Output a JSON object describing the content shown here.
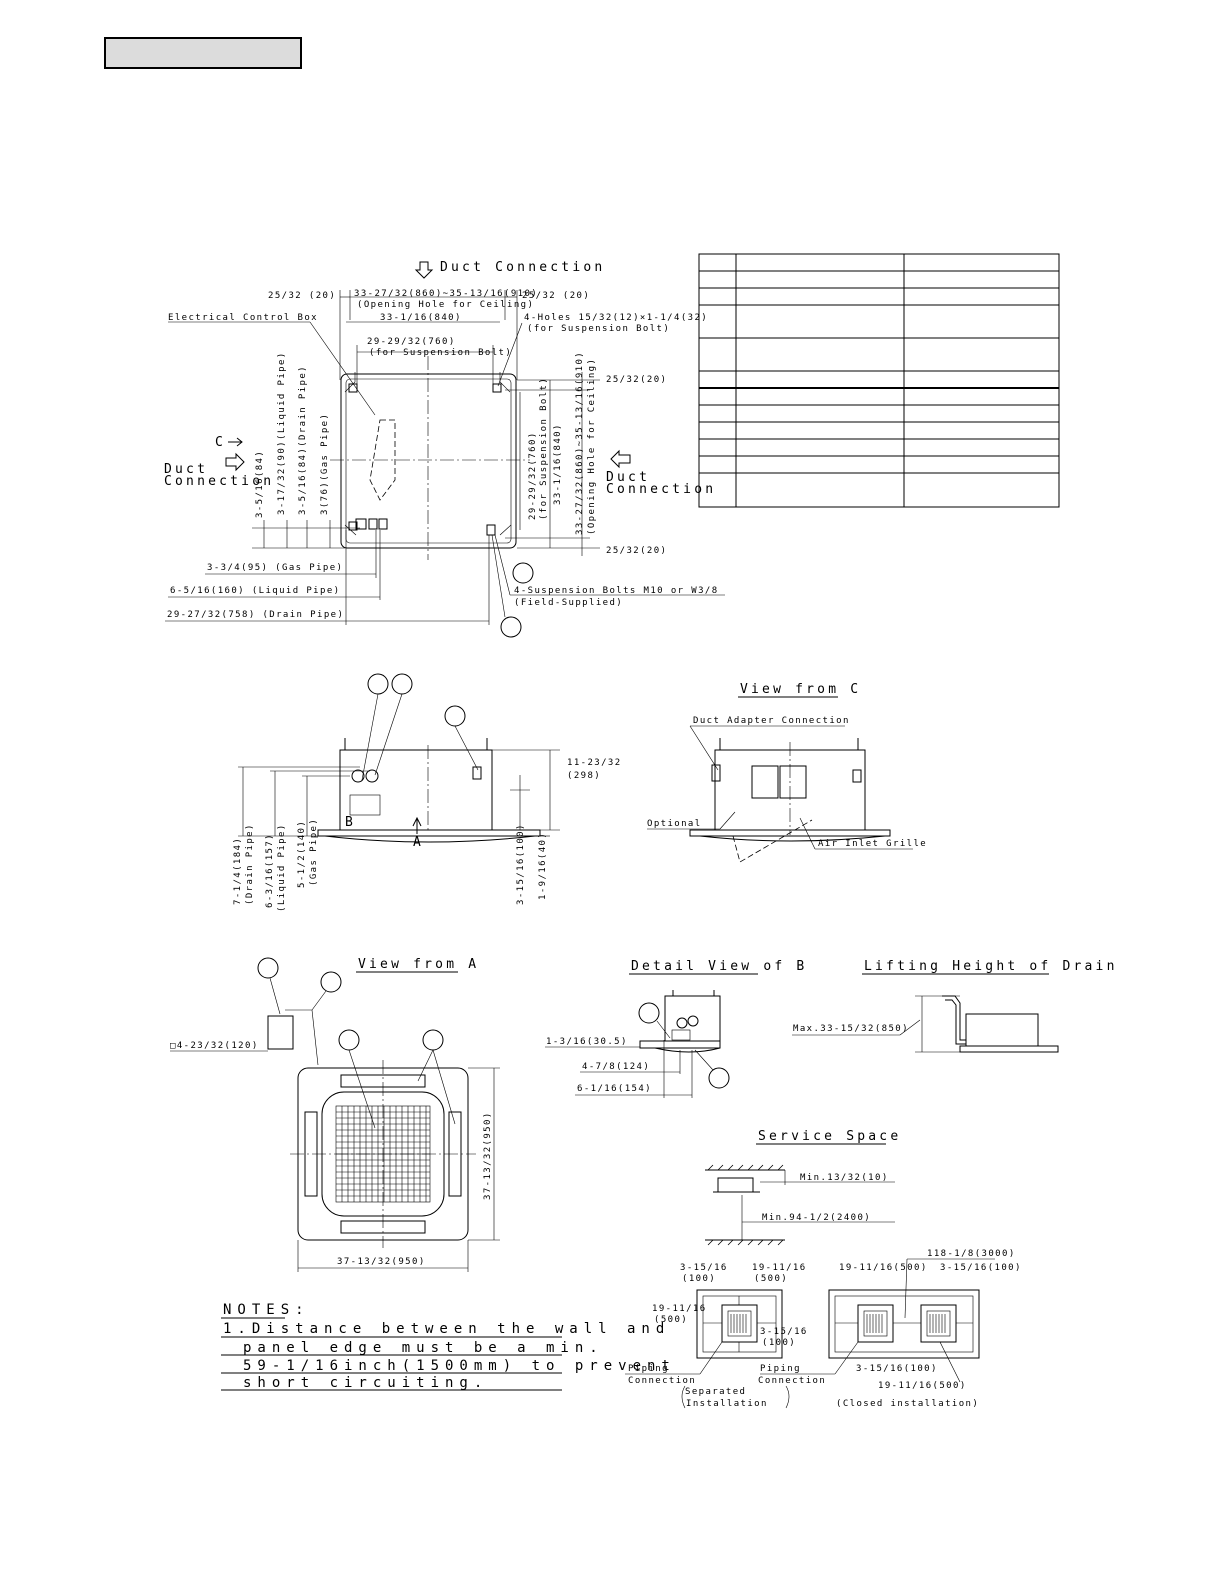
{
  "top_plan": {
    "duct_connection_top": "Duct Connection",
    "dim_25_32_left": "25/32 (20)",
    "dim_ceiling_opening": "33-27/32(860)~35-13/16(910)",
    "opening_hole_for_ceiling": "(Opening Hole for Ceiling)",
    "dim_25_32_right": "25/32 (20)",
    "electrical_control_box": "Electrical Control Box",
    "dim_33_1_16": "33-1/16(840)",
    "four_holes": "4-Holes 15/32(12)×1-1/4(32)",
    "for_suspension_bolt_top": "(for Suspension Bolt)",
    "dim_29_29_32": "29-29/32(760)",
    "for_suspension_bolt_inner": "(for Suspension Bolt)",
    "dim_25_32_r1": "25/32(20)",
    "dim_25_32_r2": "25/32(20)",
    "c_arrow": "C",
    "duct_connection_left_1": "Duct",
    "duct_connection_left_2": "Connection",
    "duct_connection_right_1": "Duct",
    "duct_connection_right_2": "Connection",
    "v_3_5_16_84": "3-5/16(84)",
    "v_3_17_32_liquid": "3-17/32(90)(Liquid Pipe)",
    "v_3_5_16_drain": "3-5/16(84)(Drain Pipe)",
    "v_3_gas": "3(76)(Gas Pipe)",
    "v_right_suspension": "29-29/32(760)",
    "v_right_for_suspension": "(for Suspension Bolt)",
    "v_right_33_1_16": "33-1/16(840)",
    "v_right_opening": "33-27/32(860)~35-13/16(910)",
    "v_right_opening_label": "(Opening Hole for Ceiling)",
    "dim_gas_pipe": "3-3/4(95) (Gas Pipe)",
    "dim_liquid_pipe": "6-5/16(160) (Liquid Pipe)",
    "dim_drain_pipe": "29-27/32(758) (Drain Pipe)",
    "suspension_bolts": "4-Suspension Bolts M10 or W3/8",
    "field_supplied": "(Field-Supplied)"
  },
  "side_view": {
    "dim_11_23_32": "11-23/32",
    "dim_298": "(298)",
    "label_b": "B",
    "label_a": "A",
    "v_drain": "7-1/4(184)",
    "v_drain_label": "(Drain Pipe)",
    "v_liquid": "6-3/16(157)",
    "v_liquid_label": "(Liquid Pipe)",
    "v_gas": "5-1/2(140)",
    "v_gas_label": "(Gas Pipe)",
    "v_3_15_16": "3-15/16(100)",
    "v_1_9_16": "1-9/16(40)"
  },
  "view_c": {
    "title": "View from C",
    "duct_adapter": "Duct Adapter Connection",
    "optional": "Optional",
    "air_inlet_grille": "Air Inlet Grille"
  },
  "view_a": {
    "title": "View from A",
    "square_dim": "□4-23/32(120)",
    "dim_width": "37-13/32(950)",
    "dim_height": "37-13/32(950)"
  },
  "detail_b": {
    "title": "Detail View of B",
    "dim_1": "1-3/16(30.5)",
    "dim_2": "4-7/8(124)",
    "dim_3": "6-1/16(154)"
  },
  "lifting": {
    "title": "Lifting Height of Drain",
    "max": "Max.33-15/32(850)"
  },
  "notes": {
    "title": "NOTES:",
    "line1": "1.Distance between the wall and",
    "line2": "panel edge must be a min.",
    "line3": "59-1/16inch(1500mm) to prevent",
    "line4": "short circuiting."
  },
  "service": {
    "title": "Service Space",
    "min_top": "Min.13/32(10)",
    "min_height": "Min.94-1/2(2400)",
    "s_3_15_16_a": "3-15/16",
    "s_100_a": "(100)",
    "s_19_11_16_a": "19-11/16",
    "s_500_a": "(500)",
    "s_19_11_16_b": "19-11/16",
    "s_500_b": "(500)",
    "s_3_15_16_b": "3-15/16",
    "s_100_b": "(100)",
    "piping_1": "Piping",
    "connection_1": "Connection",
    "separated_1": "Separated",
    "separated_2": "Installation",
    "c_118": "118-1/8(3000)",
    "c_19_500": "19-11/16(500)",
    "c_3_100": "3-15/16(100)",
    "piping_2": "Piping",
    "connection_2": "Connection",
    "c_3_100_b": "3-15/16(100)",
    "c_19_500_b": "19-11/16(500)",
    "closed": "(Closed installation)"
  }
}
